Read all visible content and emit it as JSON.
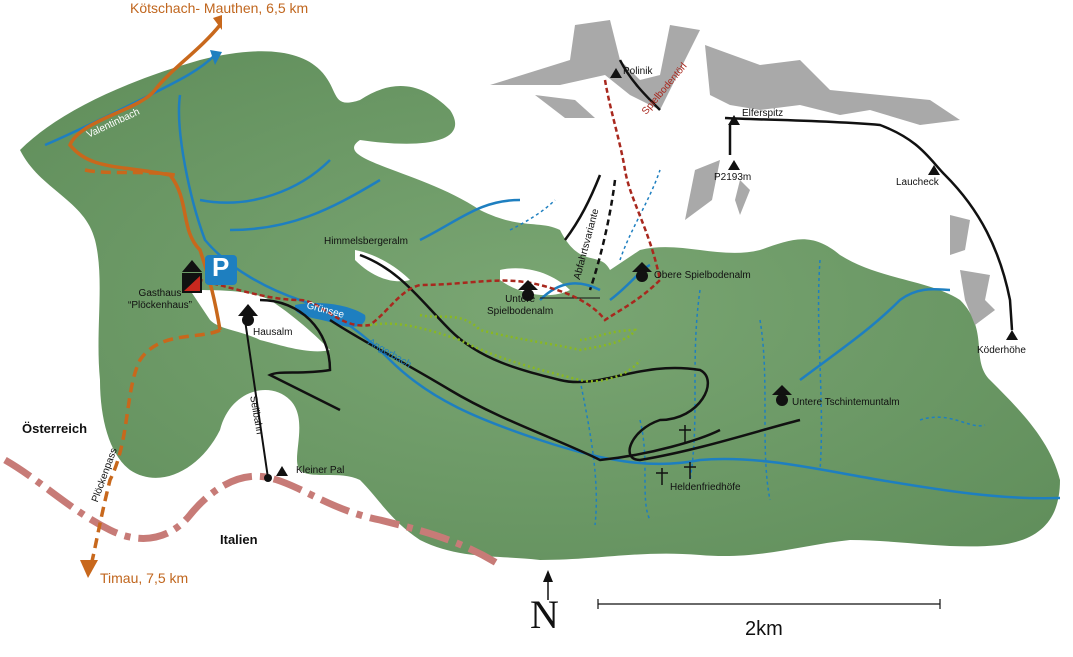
{
  "colors": {
    "terrain": "#72a06a",
    "rock": "#a9a9a9",
    "river": "#1e7fc0",
    "road": "#c8681c",
    "border": "#c77b77",
    "trail_red": "#a8281e",
    "trail_green": "#8ab820"
  },
  "routes": {
    "north": "Kötschach- Mauthen, 6,5 km",
    "south": "Timau, 7,5 km",
    "pass": "Plöckenpass"
  },
  "countries": {
    "at": "Österreich",
    "it": "Italien"
  },
  "rivers": {
    "valentinbach": "Valentinbach",
    "angerbach": "Angerbach",
    "lake": "Grünsee"
  },
  "peaks": {
    "polinik": "Polinik",
    "elferspitz": "Elferspitz",
    "p2193": "P2193m",
    "laucheck": "Laucheck",
    "koederhoehe": "Köderhöhe",
    "kleiner_pal": "Kleiner Pal"
  },
  "places": {
    "gasthaus_1": "Gasthaus",
    "gasthaus_2": "“Plöckenhaus”",
    "hausalm": "Hausalm",
    "himmelsbergeralm": "Himmelsbergeralm",
    "untere_spielbodenalm_1": "Untere",
    "untere_spielbodenalm_2": "Spielbodenalm",
    "obere_spielbodenalm": "Obere Spielbodenalm",
    "untere_tschintemuntalm": "Untere Tschintemuntalm",
    "heldenfriedhoefe": "Heldenfriedhöfe"
  },
  "trails": {
    "spielbodentoerl": "Spielbodentörl",
    "abfahrtsvariante": "Abfahrtsvariante",
    "seilbahn": "Seilbahn"
  },
  "parking": "P",
  "north_arrow": "N",
  "scale": "2km"
}
